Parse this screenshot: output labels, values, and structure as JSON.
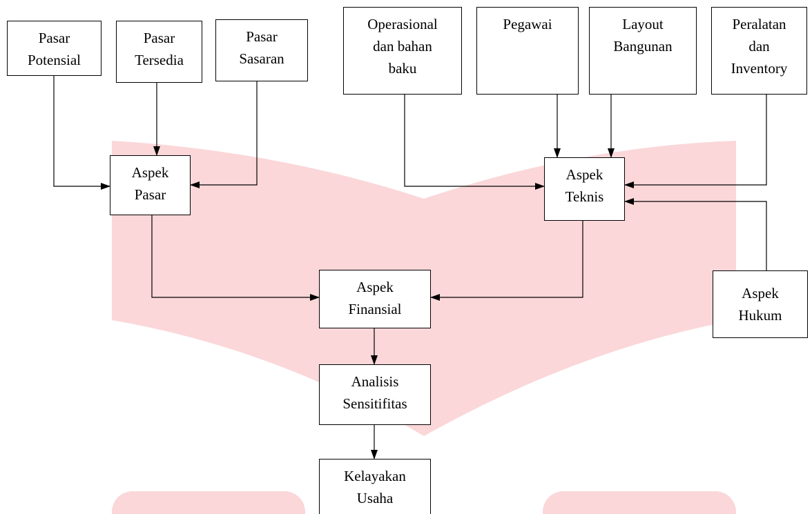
{
  "diagram": {
    "nodes": {
      "pasar_potensial": {
        "label": "Pasar\nPotensial"
      },
      "pasar_tersedia": {
        "label": "Pasar\nTersedia"
      },
      "pasar_sasaran": {
        "label": "Pasar\nSasaran"
      },
      "operasional": {
        "label": "Operasional\ndan bahan\nbaku"
      },
      "pegawai": {
        "label": "Pegawai"
      },
      "layout_bangunan": {
        "label": "Layout\nBangunan"
      },
      "peralatan": {
        "label": "Peralatan\ndan\nInventory"
      },
      "aspek_pasar": {
        "label": "Aspek\nPasar"
      },
      "aspek_teknis": {
        "label": "Aspek\nTeknis"
      },
      "aspek_hukum": {
        "label": "Aspek\nHukum"
      },
      "aspek_finansial": {
        "label": "Aspek\nFinansial"
      },
      "analisis_sensitifitas": {
        "label": "Analisis\nSensitifitas"
      },
      "kelayakan_usaha": {
        "label": "Kelayakan\nUsaha"
      }
    },
    "edges": [
      {
        "from": "pasar_potensial",
        "to": "aspek_pasar"
      },
      {
        "from": "pasar_tersedia",
        "to": "aspek_pasar"
      },
      {
        "from": "pasar_sasaran",
        "to": "aspek_pasar"
      },
      {
        "from": "operasional",
        "to": "aspek_teknis"
      },
      {
        "from": "pegawai",
        "to": "aspek_teknis"
      },
      {
        "from": "layout_bangunan",
        "to": "aspek_teknis"
      },
      {
        "from": "peralatan",
        "to": "aspek_teknis"
      },
      {
        "from": "aspek_hukum",
        "to": "aspek_teknis"
      },
      {
        "from": "aspek_pasar",
        "to": "aspek_finansial"
      },
      {
        "from": "aspek_teknis",
        "to": "aspek_finansial"
      },
      {
        "from": "aspek_finansial",
        "to": "analisis_sensitifitas"
      },
      {
        "from": "analisis_sensitifitas",
        "to": "kelayakan_usaha"
      }
    ]
  },
  "watermark": {
    "color": "#fbd7d9",
    "icon": "open-book-icon"
  }
}
